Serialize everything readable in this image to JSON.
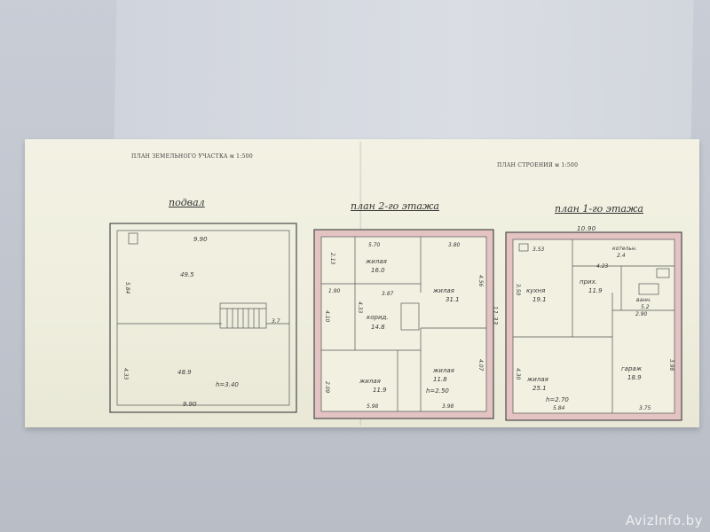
{
  "header": {
    "left": "ПЛАН ЗЕМЕЛЬНОГО УЧАСТКА м 1:500",
    "right": "ПЛАН СТРОЕНИЯ м 1:500"
  },
  "plans": {
    "basement": {
      "title": "подвал",
      "labels": [
        "9.90",
        "49.5",
        "5.84",
        "3.7",
        "4.33",
        "48.9",
        "h=3.40",
        "9.90"
      ]
    },
    "floor2": {
      "title": "план 2-го этажа",
      "labels": [
        "5.70",
        "3.80",
        "жилая",
        "16.0",
        "2.13",
        "жилая",
        "31.1",
        "4.56",
        "3.87",
        "1.90",
        "4.10",
        "корид.",
        "14.8",
        "4.33",
        "жилая",
        "11.8",
        "4.07",
        "жилая",
        "11.9",
        "h=2.50",
        "2.09",
        "5.98",
        "3.98"
      ]
    },
    "floor1": {
      "title": "план 1-го этажа",
      "labels": [
        "10.90",
        "3.53",
        "кухня",
        "19.1",
        "котельн.",
        "2.4",
        "4.23",
        "прих.",
        "11.9",
        "3.50",
        "ванн.",
        "5.2",
        "2.90",
        "11.33",
        "жилая",
        "25.1",
        "h=2.70",
        "4.30",
        "гараж",
        "18.9",
        "3.98",
        "5.84",
        "3.75"
      ]
    }
  },
  "watermark": "AvizInfo.by"
}
